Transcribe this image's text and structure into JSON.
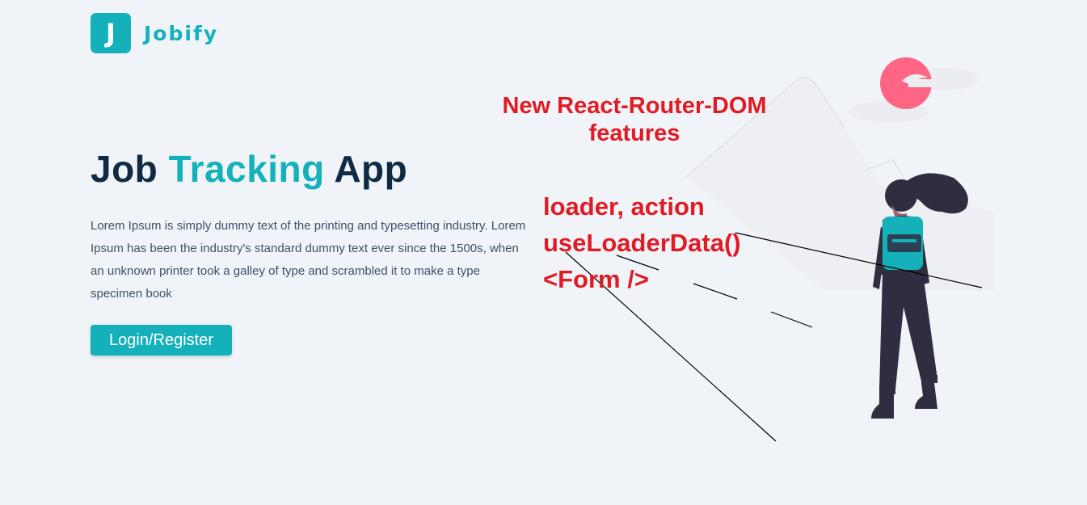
{
  "brand": {
    "logo_letter": "J",
    "name": "Jobify",
    "accent_color": "#14b1bb",
    "dark_color": "#102a43"
  },
  "hero": {
    "title_part1": "Job ",
    "title_accent": "Tracking",
    "title_part2": " App",
    "description": "Lorem Ipsum is simply dummy text of the printing and typesetting industry. Lorem Ipsum has been the industry's standard dummy text ever since the 1500s, when an unknown printer took a galley of type and scrambled it to make a type specimen book",
    "cta_label": "Login/Register"
  },
  "annotations": {
    "heading": "New React-Router-DOM features",
    "lines": [
      "loader, action",
      "useLoaderData()",
      "<Form />"
    ],
    "color": "#e01b24"
  },
  "illustration": {
    "icon": "woman-with-backpack-illustration"
  }
}
